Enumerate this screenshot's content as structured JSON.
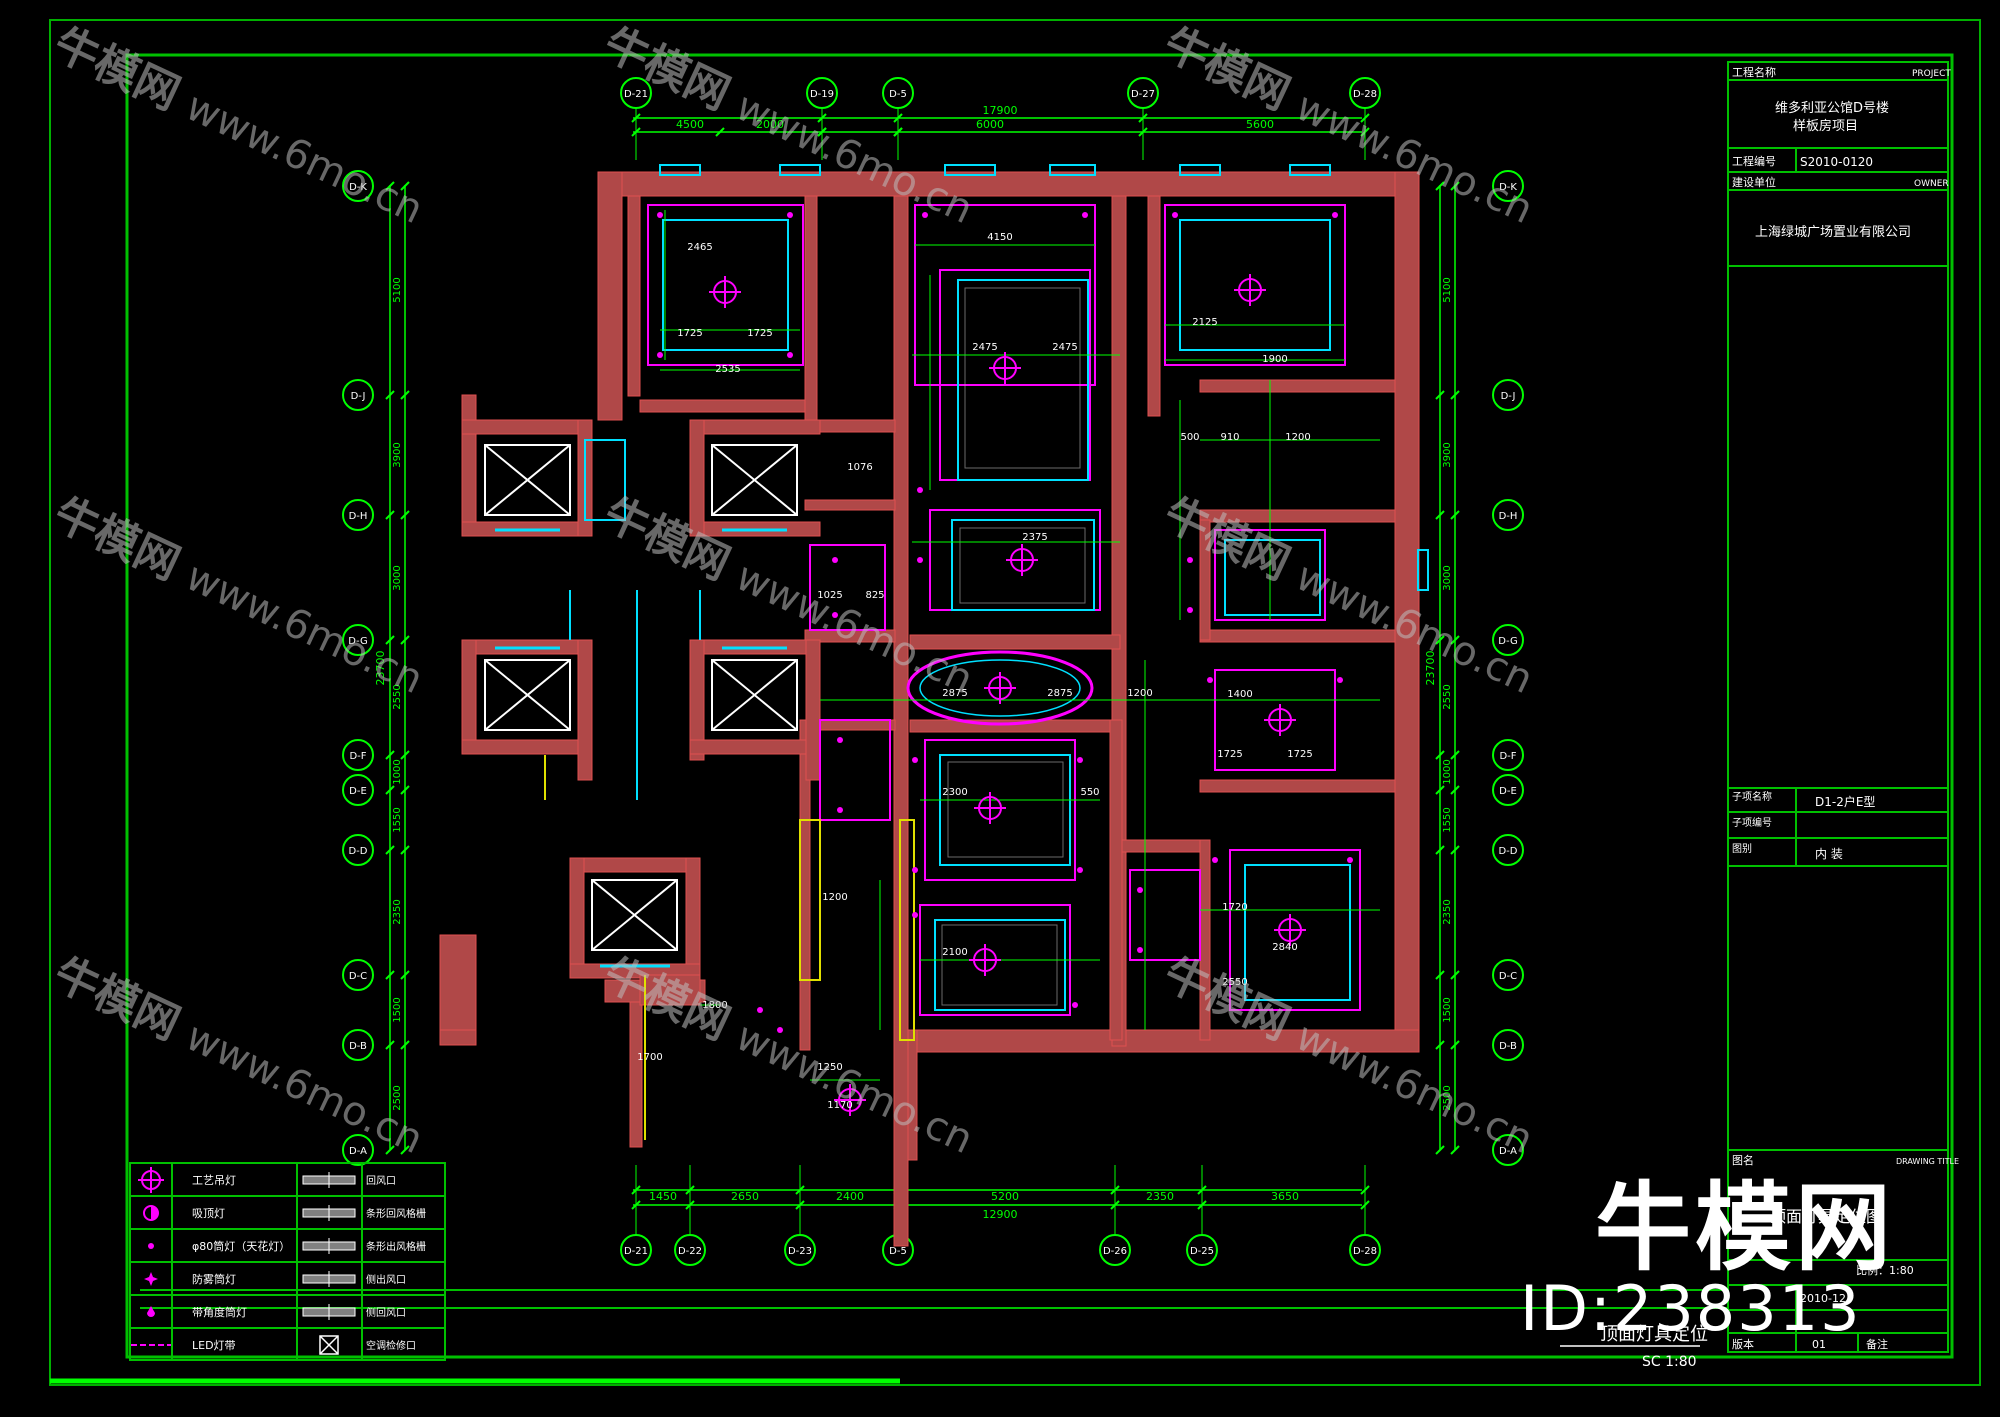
{
  "colors": {
    "background": "#000000",
    "frame": "#00b000",
    "wall": "#b04848",
    "dimension": "#00ff00",
    "ceiling": "#ff00ff",
    "window": "#00e0ff",
    "text": "#ffffff",
    "yellow": "#e0e000"
  },
  "title_block": {
    "project_name_label": "工程名称",
    "project_name_en": "PROJECT",
    "project_name": "维多利亚公馆D号楼",
    "project_name_2": "样板房项目",
    "project_no_label": "工程编号",
    "project_no": "S2010-0120",
    "client_label": "建设单位",
    "client_en": "OWNER",
    "client": "上海绿城广场置业有限公司",
    "subproject_label": "子项名称",
    "subproject": "D1-2户E型",
    "subproject_no_label": "子项编号",
    "type_label": "图别",
    "type": "内 装",
    "drawing_title_label": "图名",
    "drawing_title_en": "DRAWING TITLE",
    "drawing_title": "顶面灯具定位图",
    "scale": "比例：1:80",
    "date_value": "2010-12",
    "version_label": "版本",
    "version": "01",
    "remarks_label": "备注"
  },
  "plan": {
    "top_total": "17900",
    "top_dims": [
      "4500",
      "2000",
      "6000",
      "5600"
    ],
    "bottom_total": "12900",
    "bottom_dims": [
      "1450",
      "2650",
      "2400",
      "5200",
      "2350",
      "3650"
    ],
    "left_total": "23700",
    "side_dims": [
      "5100",
      "3900",
      "3000",
      "2550",
      "1000",
      "1550",
      "2350",
      "1500",
      "2500"
    ],
    "top_axes": [
      "D-21",
      "D-19",
      "D-5",
      "D-27",
      "D-28"
    ],
    "bottom_axes": [
      "D-21",
      "D-22",
      "D-23",
      "D-5",
      "D-26",
      "D-25",
      "D-28"
    ],
    "side_axes": [
      "D-K",
      "D-J",
      "D-H",
      "D-G",
      "D-F",
      "D-E",
      "D-D",
      "D-C",
      "D-B",
      "D-A"
    ],
    "room_dims": [
      "4150",
      "2475",
      "2475",
      "2375",
      "2465",
      "1725",
      "1725",
      "2535",
      "2125",
      "1900",
      "2875",
      "2875",
      "1200",
      "1400",
      "1725",
      "1725",
      "2300",
      "2100",
      "2840",
      "1720",
      "2550",
      "1025",
      "825",
      "1076",
      "1200",
      "550",
      "1800",
      "1700",
      "1250",
      "1170",
      "500",
      "910",
      "1200"
    ],
    "scale_label": "SC 1:80",
    "plan_title": "顶面灯具定位"
  },
  "legend": {
    "items": [
      {
        "symbol": "crosshair-circle",
        "label": "工艺吊灯"
      },
      {
        "symbol": "half-circle",
        "label": "吸顶灯"
      },
      {
        "symbol": "dot",
        "label": "φ80筒灯（天花灯）"
      },
      {
        "symbol": "star",
        "label": "防雾筒灯"
      },
      {
        "symbol": "drop",
        "label": "带角度筒灯"
      },
      {
        "symbol": "dashed-line",
        "label": "LED灯带"
      }
    ],
    "items_right": [
      {
        "symbol": "bar",
        "label": "回风口"
      },
      {
        "symbol": "bar",
        "label": "条形回风格栅"
      },
      {
        "symbol": "bar",
        "label": "条形出风格栅"
      },
      {
        "symbol": "bar",
        "label": "侧出风口"
      },
      {
        "symbol": "bar",
        "label": "侧回风口"
      },
      {
        "symbol": "box-x",
        "label": "空调检修口"
      }
    ]
  },
  "watermark": {
    "brand": "牛模网",
    "url": "www.6mo.cn",
    "id_text": "ID:238313"
  }
}
